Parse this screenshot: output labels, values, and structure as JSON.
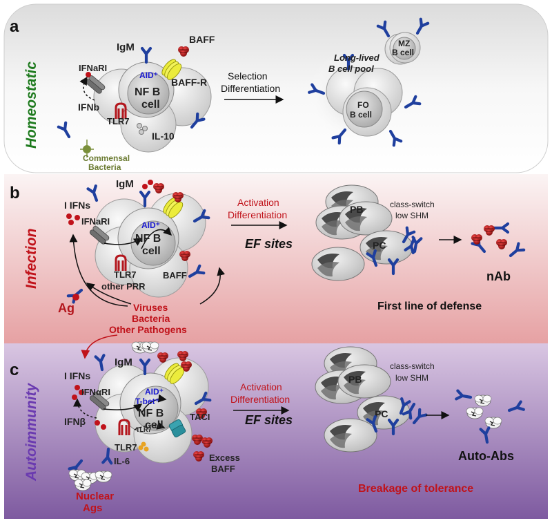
{
  "panel_a": {
    "letter": "a",
    "side_label": "Homeostatic",
    "cell_igm": "IgM",
    "cell_aid": "AID⁺",
    "cell_name_1": "NF B",
    "cell_name_2": "cell",
    "baff": "BAFF",
    "baffr": "BAFF-R",
    "ifnari": "IFNaRI",
    "ifnb": "IFNb",
    "tlr7": "TLR7",
    "il10": "IL-10",
    "commensal_1": "Commensal",
    "commensal_2": "Bacteria",
    "arrow_1": "Selection",
    "arrow_2": "Differentiation",
    "pool_1": "Long-lived",
    "pool_2": "B cell pool",
    "mz_1": "MZ",
    "mz_2": "B cell",
    "fo_1": "FO",
    "fo_2": "B cell"
  },
  "panel_b": {
    "letter": "b",
    "side_label": "Infection",
    "i_ifns": "I IFNs",
    "igm": "IgM",
    "ifnari": "IFNaRI",
    "aid": "AID⁺",
    "cell_name_1": "NF B",
    "cell_name_2": "cell",
    "tlr7": "TLR7",
    "other_prr": "other PRR",
    "baff": "BAFF",
    "ag": "Ag",
    "pathogen_1": "Viruses",
    "pathogen_2": "Bacteria",
    "pathogen_3": "Other Pathogens",
    "arrow_1": "Activation",
    "arrow_2": "Differentiation",
    "ef_sites": "EF sites",
    "pb": "PB",
    "pc": "PC",
    "cs_1": "class-switch",
    "cs_2": "low SHM",
    "nab": "nAb",
    "defense": "First line of defense"
  },
  "panel_c": {
    "letter": "c",
    "side_label": "Autoimmunity",
    "i_ifns": "I IFNs",
    "igm": "IgM",
    "ifnari": "IFNαRI",
    "aid": "AID⁺",
    "tbet": "T-bet⁺",
    "cell_name_1": "NF B",
    "cell_name_2": "cell",
    "ifnb": "IFNβ",
    "tlr7": "TLR7",
    "tlr7_small": "TLR7",
    "il6": "IL-6",
    "taci": "TACI",
    "excess_1": "Excess",
    "excess_2": "BAFF",
    "nuclear_1": "Nuclear",
    "nuclear_2": "Ags",
    "arrow_1": "Activation",
    "arrow_2": "Differentiation",
    "ef_sites": "EF sites",
    "pb": "PB",
    "pc": "PC",
    "cs_1": "class-switch",
    "cs_2": "low SHM",
    "autoabs": "Auto-Abs",
    "tolerance": "Breakage of tolerance"
  },
  "colors": {
    "antibody": "#1f3f9e",
    "red_label": "#c0121a",
    "green_label": "#1e7a1e",
    "purple_label": "#6a3ab0",
    "aid_blue": "#1a1ad0",
    "baff_red": "#8b1010",
    "baffr_yellow": "#e6e633"
  }
}
